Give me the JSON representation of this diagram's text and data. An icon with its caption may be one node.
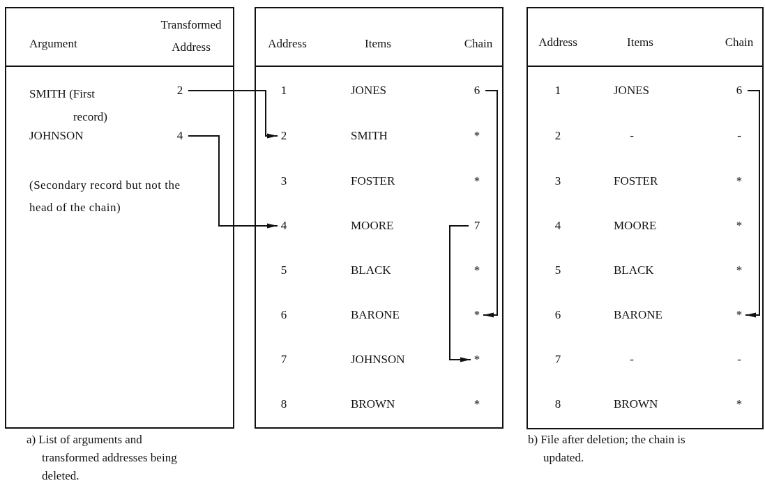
{
  "diagram": {
    "nodes": [
      {
        "text": [],
        "shape": "box",
        "beside": [
          "a) List of arguments and transformed addresses being deleted."
        ]
      },
      {
        "text": [
          "2"
        ],
        "in": 0
      },
      {
        "text": [
          "4"
        ],
        "in": 0
      },
      {
        "text": [],
        "shape": "box"
      },
      {
        "text": [
          "2"
        ],
        "in": 3
      },
      {
        "text": [
          "6"
        ],
        "in": 3
      },
      {
        "text": [
          "4"
        ],
        "in": 3
      },
      {
        "text": [
          "7"
        ],
        "in": 3
      },
      {
        "text": [
          "*"
        ],
        "in": 3
      },
      {
        "text": [
          "*"
        ],
        "in": 3
      },
      {
        "text": [],
        "shape": "box",
        "beside": [
          "b) File after deletion; the chain is updated."
        ]
      },
      {
        "text": [
          "6"
        ],
        "in": 10
      },
      {
        "text": [
          "*"
        ],
        "in": 10
      }
    ],
    "edges": [
      {
        "from": 1,
        "to": 4,
        "arrow": "to"
      },
      {
        "from": 2,
        "to": 6,
        "arrow": "to"
      },
      {
        "from": 5,
        "to": 8,
        "arrow": "to"
      },
      {
        "from": 7,
        "to": 9,
        "arrow": "to"
      },
      {
        "from": 11,
        "to": 12,
        "arrow": "to"
      }
    ],
    "labels": [
      "Argument",
      "Transformed Address",
      "SMITH (First record)",
      "JOHNSON",
      "(Secondary record but not the head of the chain)",
      "Address",
      "Items",
      "Chain",
      "1",
      "JONES",
      "SMITH",
      "*",
      "3",
      "FOSTER",
      "*",
      "MOORE",
      "5",
      "BLACK",
      "*",
      "6",
      "BARONE",
      "7",
      "JOHNSON",
      "8",
      "BROWN",
      "*",
      "Address",
      "Items",
      "Chain",
      "1",
      "JONES",
      "2",
      "-",
      "-",
      "3",
      "FOSTER",
      "*",
      "4",
      "MOORE",
      "*",
      "5",
      "BLACK",
      "*",
      "6",
      "BARONE",
      "7",
      "-",
      "-",
      "8",
      "BROWN",
      "*"
    ]
  }
}
